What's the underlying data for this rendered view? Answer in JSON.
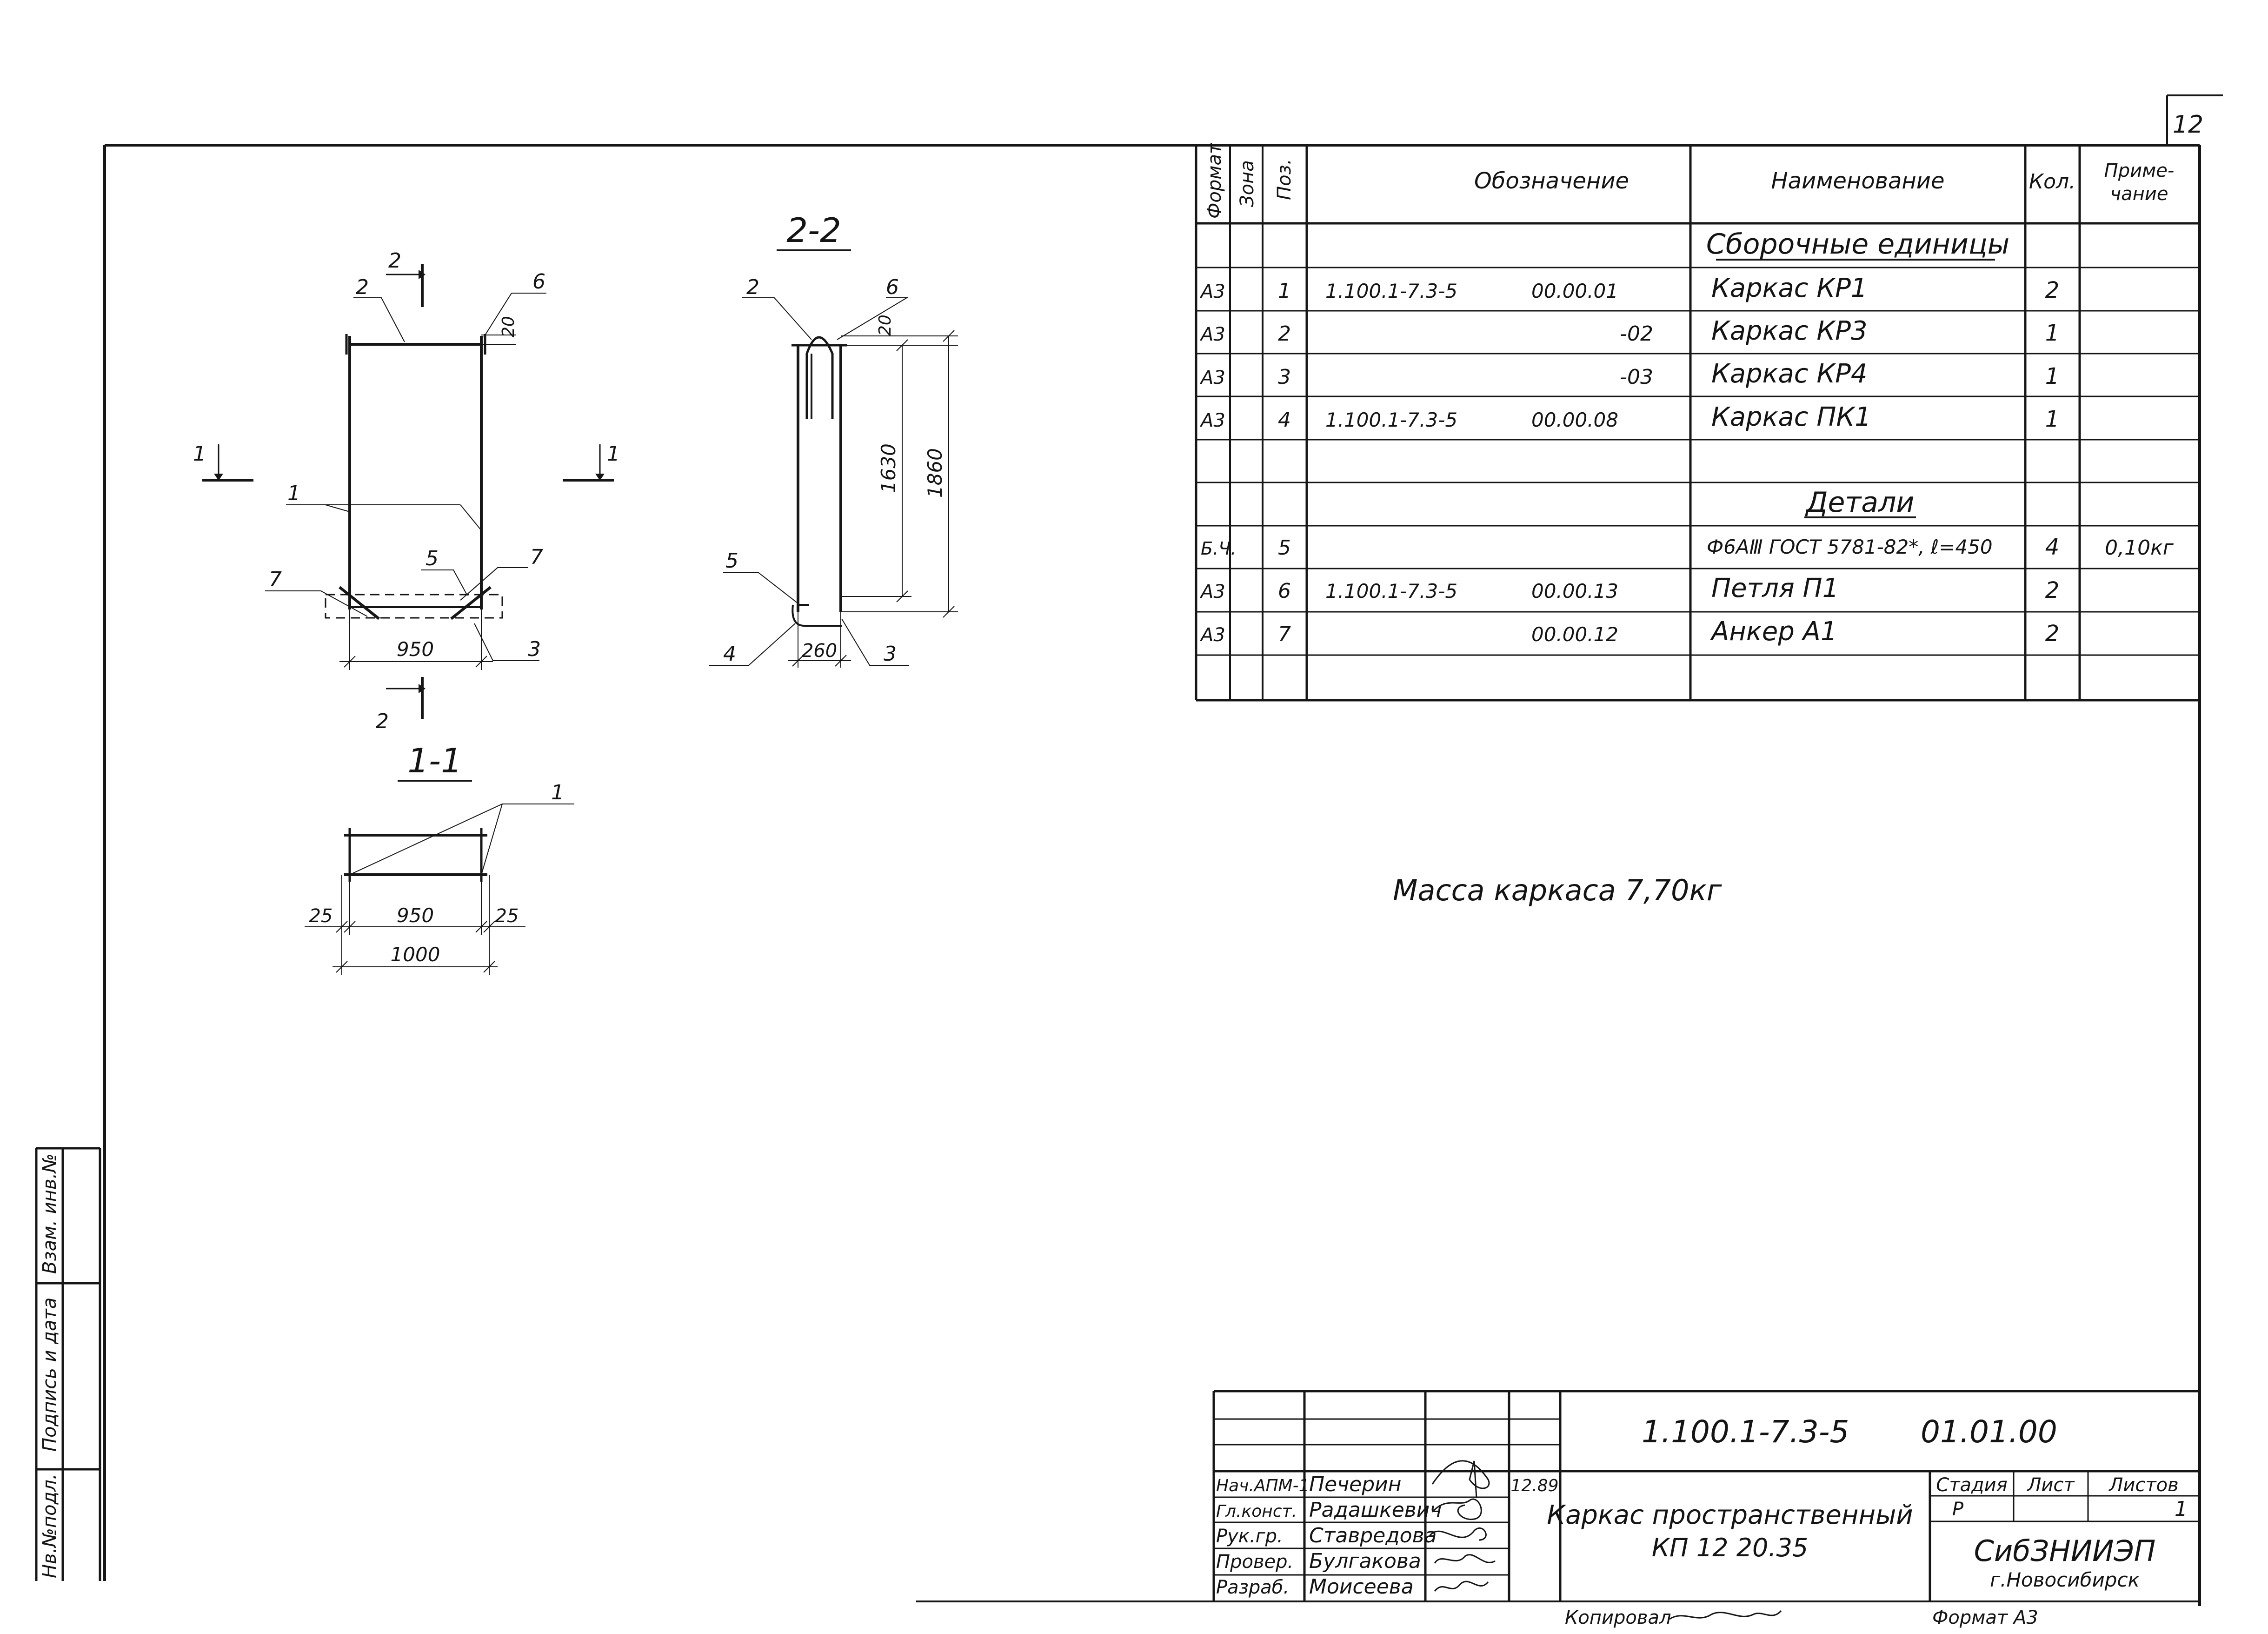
{
  "sheet_number": "12",
  "spec_table": {
    "headers": {
      "format": "Формат",
      "zone": "Зона",
      "pos": "Поз.",
      "designation": "Обозначение",
      "name": "Наименование",
      "qty": "Кол.",
      "note_line1": "Приме-",
      "note_line2": "чание"
    },
    "sections": {
      "assembly": "Сборочные единицы",
      "details": "Детали"
    },
    "rows": [
      {
        "format": "А3",
        "pos": "1",
        "des_a": "1.100.1-7.3-5",
        "des_b": "00.00.01",
        "name": "Каркас КР1",
        "qty": "2",
        "note": ""
      },
      {
        "format": "А3",
        "pos": "2",
        "des_a": "",
        "des_b": "-02",
        "name": "Каркас КР3",
        "qty": "1",
        "note": ""
      },
      {
        "format": "А3",
        "pos": "3",
        "des_a": "",
        "des_b": "-03",
        "name": "Каркас КР4",
        "qty": "1",
        "note": ""
      },
      {
        "format": "А3",
        "pos": "4",
        "des_a": "1.100.1-7.3-5",
        "des_b": "00.00.08",
        "name": "Каркас ПК1",
        "qty": "1",
        "note": ""
      },
      {
        "format": "Б.Ч.",
        "pos": "5",
        "des_a": "",
        "des_b": "",
        "name": "Ф6АⅢ ГОСТ 5781-82*, ℓ=450",
        "qty": "4",
        "note": "0,10кг"
      },
      {
        "format": "А3",
        "pos": "6",
        "des_a": "1.100.1-7.3-5",
        "des_b": "00.00.13",
        "name": "Петля П1",
        "qty": "2",
        "note": ""
      },
      {
        "format": "А3",
        "pos": "7",
        "des_a": "",
        "des_b": "00.00.12",
        "name": "Анкер А1",
        "qty": "2",
        "note": ""
      }
    ]
  },
  "mass_note": "Масса каркаса 7,70кг",
  "drawing": {
    "section_22": "2-2",
    "section_11": "1-1",
    "cut_2": "2",
    "cut_1": "1",
    "front_dims": {
      "top": "20",
      "bottom": "950"
    },
    "side_dims": {
      "top": "20",
      "inner": "1630",
      "outer": "1860",
      "bottom": "260"
    },
    "plan_dims": {
      "left": "25",
      "mid": "950",
      "right": "25",
      "total": "1000"
    },
    "callouts": {
      "c1": "1",
      "c2": "2",
      "c3": "3",
      "c4": "4",
      "c5": "5",
      "c6": "6",
      "c7": "7"
    }
  },
  "title_block": {
    "code": "1.100.1-7.3-5",
    "doc_number": "01.01.00",
    "title_line1": "Каркас пространственный",
    "title_line2": "КП 12 20.35",
    "date": "12.89",
    "roles": [
      {
        "role": "Нач.АПМ-1",
        "name": "Печерин"
      },
      {
        "role": "Гл.конст.",
        "name": "Радашкевич"
      },
      {
        "role": "Рук.гр.",
        "name": "Ставредова"
      },
      {
        "role": "Провер.",
        "name": "Булгакова"
      },
      {
        "role": "Разраб.",
        "name": "Моисеева"
      }
    ],
    "stage_label": "Стадия",
    "sheet_label": "Лист",
    "sheets_label": "Листов",
    "stage_value": "Р",
    "sheets_value": "1",
    "org": "СибЗНИИЭП",
    "city": "г.Новосибирск",
    "copied_by": "Копировал",
    "format_label": "Формат А3"
  },
  "side_stamp": {
    "inv_orig": "Нв.№подл.",
    "sign_date": "Подпись и дата",
    "inv_replaced": "Взам. инв.№"
  }
}
